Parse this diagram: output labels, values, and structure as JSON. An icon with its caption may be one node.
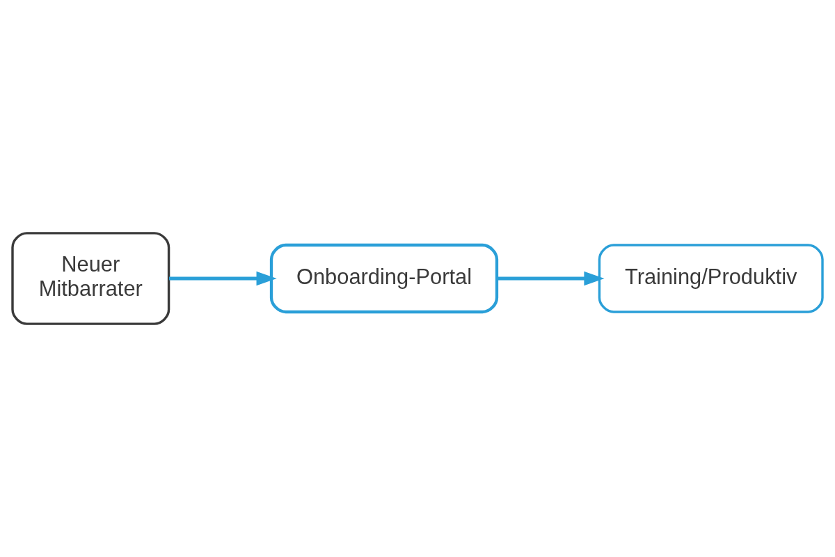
{
  "diagram": {
    "nodes": [
      {
        "text": [
          "Neuer Mitbarrater"
        ]
      },
      {
        "text": [
          "Onboarding-Portal"
        ]
      },
      {
        "text": [
          "Training/Produktiv"
        ]
      }
    ],
    "edges": [
      {
        "from": 0,
        "to": 1,
        "arrow": "to"
      },
      {
        "from": 1,
        "to": 2,
        "arrow": "to"
      }
    ]
  }
}
